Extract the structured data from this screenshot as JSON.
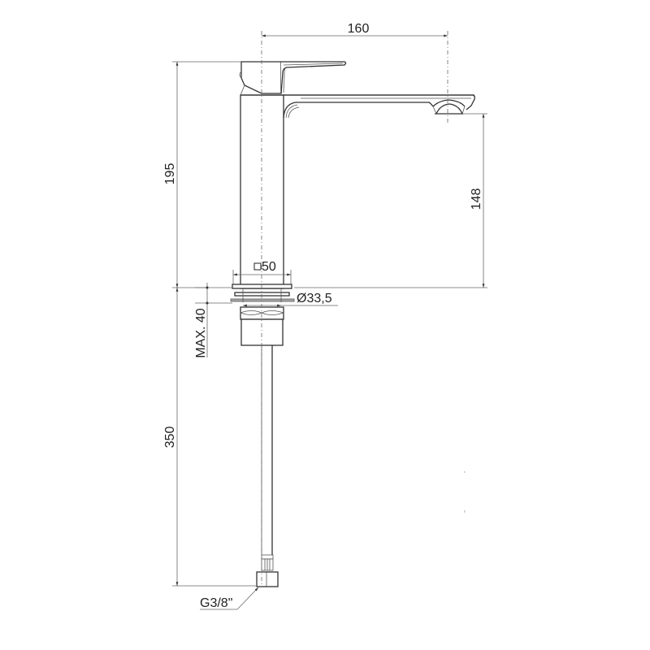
{
  "drawing": {
    "subject": "Single-lever tall basin mixer tap — side elevation technical drawing",
    "units": "mm",
    "line_color": "#333333",
    "background": "#ffffff"
  },
  "dimensions": {
    "spout_reach": "160",
    "total_height_above_deck": "195",
    "spout_outlet_height": "148",
    "body_square": "50",
    "body_square_symbol": "□",
    "mounting_shank_diameter": "Ø33,5",
    "max_deck_thickness": "MAX. 40",
    "hose_length": "350",
    "connection_thread": "G3/8\""
  }
}
